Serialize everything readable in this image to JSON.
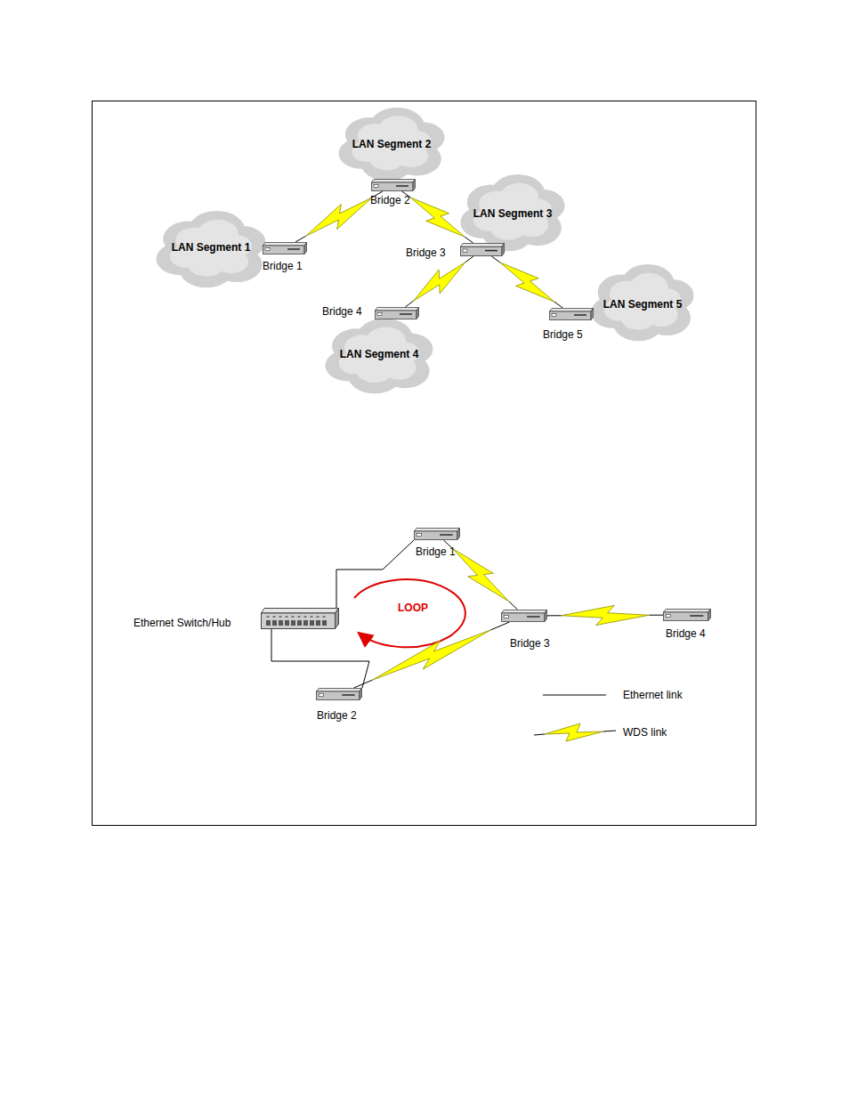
{
  "diagram": {
    "nodes": [
      {
        "text": [
          "LAN Segment 2"
        ]
      },
      {
        "text": [
          "Bridge 2"
        ]
      },
      {
        "text": [
          "LAN Segment 3"
        ]
      },
      {
        "text": [
          "LAN Segment 1"
        ]
      },
      {
        "text": [
          "Bridge 1"
        ]
      },
      {
        "text": [
          "Bridge 3"
        ]
      },
      {
        "text": [
          "Bridge 4"
        ]
      },
      {
        "text": [
          "Bridge 5"
        ]
      },
      {
        "text": [
          "LAN Segment 5"
        ]
      },
      {
        "text": [
          "LAN Segment 4"
        ]
      },
      {
        "text": [
          "Bridge 1"
        ]
      },
      {
        "text": [
          "Ethernet Switch/Hub"
        ]
      },
      {
        "text": [
          "Bridge 3"
        ]
      },
      {
        "text": [
          "Bridge 4"
        ]
      },
      {
        "text": [
          "Bridge 2"
        ]
      }
    ],
    "edges": [
      {
        "from": 4,
        "to": 1,
        "arrow": "none"
      },
      {
        "from": 1,
        "to": 5,
        "arrow": "none"
      },
      {
        "from": 5,
        "to": 6,
        "arrow": "none"
      },
      {
        "from": 5,
        "to": 7,
        "arrow": "none"
      },
      {
        "from": 11,
        "to": 10,
        "arrow": "none"
      },
      {
        "from": 11,
        "to": 14,
        "arrow": "none"
      },
      {
        "from": 10,
        "to": 12,
        "arrow": "none"
      },
      {
        "from": 14,
        "to": 12,
        "arrow": "none"
      },
      {
        "from": 12,
        "to": 13,
        "arrow": "none"
      }
    ],
    "labels": [
      "LOOP"
    ],
    "legend": [
      {
        "text": "Ethernet link"
      },
      {
        "text": "WDS link"
      }
    ]
  }
}
